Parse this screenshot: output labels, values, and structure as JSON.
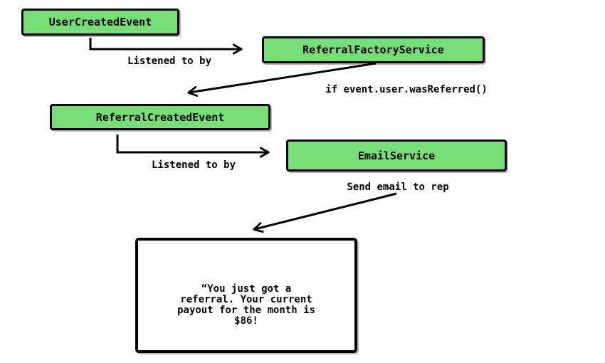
{
  "diagram": {
    "nodes": [
      {
        "id": "user-created-event",
        "label": "UserCreatedEvent"
      },
      {
        "id": "referral-factory-service",
        "label": "ReferralFactoryService"
      },
      {
        "id": "referral-created-event",
        "label": "ReferralCreatedEvent"
      },
      {
        "id": "email-service",
        "label": "EmailService"
      }
    ],
    "edges": [
      {
        "from": "UserCreatedEvent",
        "to": "ReferralFactoryService",
        "label": "Listened to by"
      },
      {
        "from": "ReferralFactoryService",
        "to": "ReferralCreatedEvent",
        "label": "if event.user.wasReferred()"
      },
      {
        "from": "ReferralCreatedEvent",
        "to": "EmailService",
        "label": "Listened to by"
      },
      {
        "from": "EmailService",
        "to": "message-box",
        "label": "Send email to rep"
      }
    ],
    "message_box": {
      "text": "“You just got a\nreferral. Your current\npayout for the month is\n$86!"
    },
    "colors": {
      "node_fill": "#77dd77",
      "node_border": "#000000",
      "arrow": "#000000",
      "background": "#ffffff"
    }
  }
}
